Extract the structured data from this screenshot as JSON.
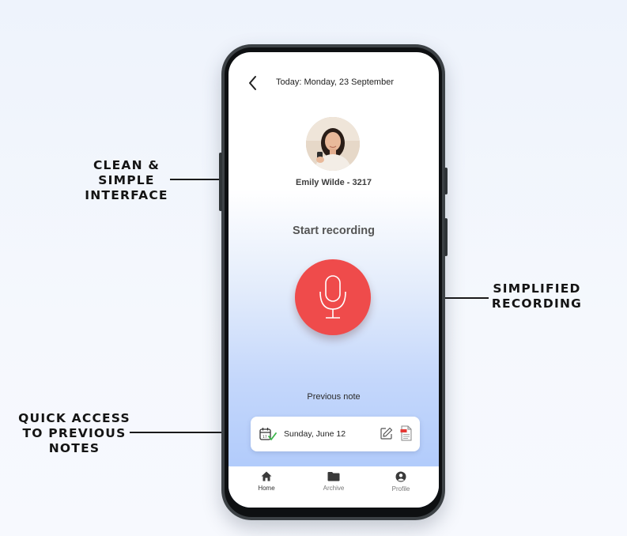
{
  "callouts": {
    "clean": [
      "CLEAN &",
      "SIMPLE",
      "INTERFACE"
    ],
    "recording": [
      "SIMPLIFIED",
      "RECORDING"
    ],
    "notes": [
      "QUICK ACCESS",
      "TO PREVIOUS",
      "NOTES"
    ]
  },
  "header": {
    "title": "Today: Monday, 23 September",
    "back_icon": "chevron-left-icon"
  },
  "patient": {
    "name": "Emily Wilde - 3217"
  },
  "recording": {
    "label": "Start recording",
    "icon": "microphone-icon",
    "color": "#ef4b4b"
  },
  "previous": {
    "label": "Previous note",
    "date": "Sunday, June 12",
    "icons": [
      "calendar-check-icon",
      "edit-icon",
      "pdf-file-icon"
    ]
  },
  "nav": {
    "items": [
      {
        "label": "Home",
        "icon": "home-icon",
        "active": true
      },
      {
        "label": "Archive",
        "icon": "folder-icon",
        "active": false
      },
      {
        "label": "Profile",
        "icon": "user-circle-icon",
        "active": false
      }
    ]
  },
  "colors": {
    "accent": "#ef4b4b",
    "gradient_bottom": "#a9c6fb",
    "text": "#222222"
  }
}
